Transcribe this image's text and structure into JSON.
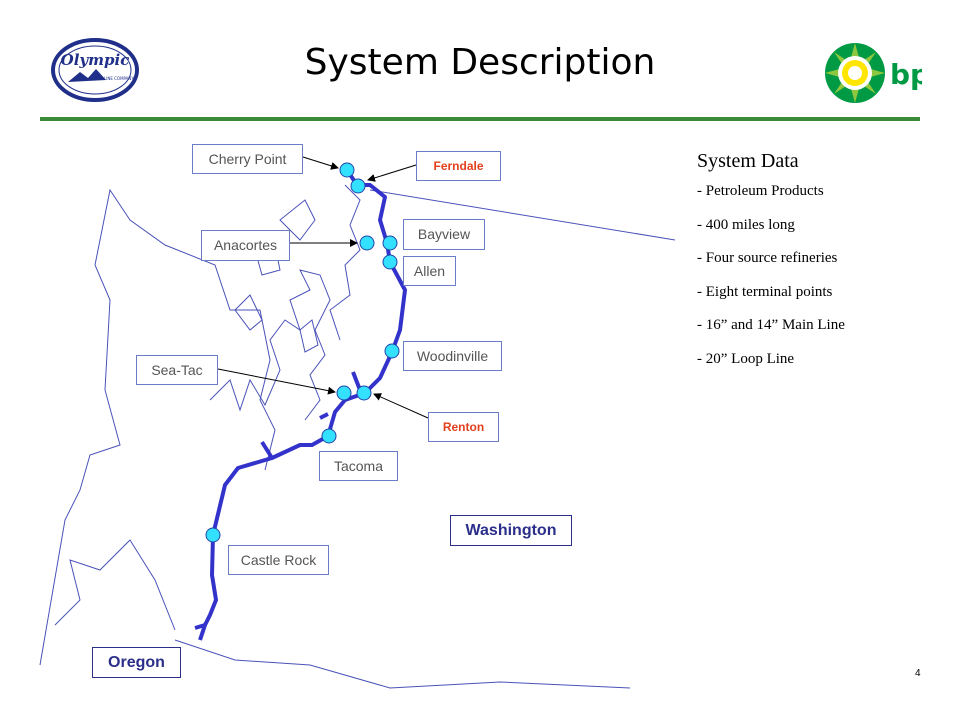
{
  "slide": {
    "title": "System Description",
    "page_number": "4"
  },
  "logos": {
    "olympic": {
      "name": "Olympic",
      "subtext": "PIPE LINE COMPANY",
      "color": "#1f2f8a"
    },
    "bp": {
      "text": "bp",
      "colors": [
        "#8dc63f",
        "#ffe600",
        "#009a44"
      ]
    }
  },
  "map": {
    "pipeline_color": "#3333cc",
    "node_color": "#33e1ff",
    "outline_color": "#4a52b8",
    "labels": {
      "cherry_point": "Cherry Point",
      "ferndale": "Ferndale",
      "anacortes": "Anacortes",
      "bayview": "Bayview",
      "allen": "Allen",
      "woodinville": "Woodinville",
      "sea_tac": "Sea-Tac",
      "renton": "Renton",
      "tacoma": "Tacoma",
      "castle_rock": "Castle Rock",
      "washington": "Washington",
      "oregon": "Oregon"
    }
  },
  "system_data": {
    "heading": "System Data",
    "items": [
      "- Petroleum Products",
      "- 400 miles long",
      "- Four source refineries",
      "- Eight terminal points",
      "- 16” and 14” Main Line",
      "- 20” Loop Line"
    ]
  }
}
